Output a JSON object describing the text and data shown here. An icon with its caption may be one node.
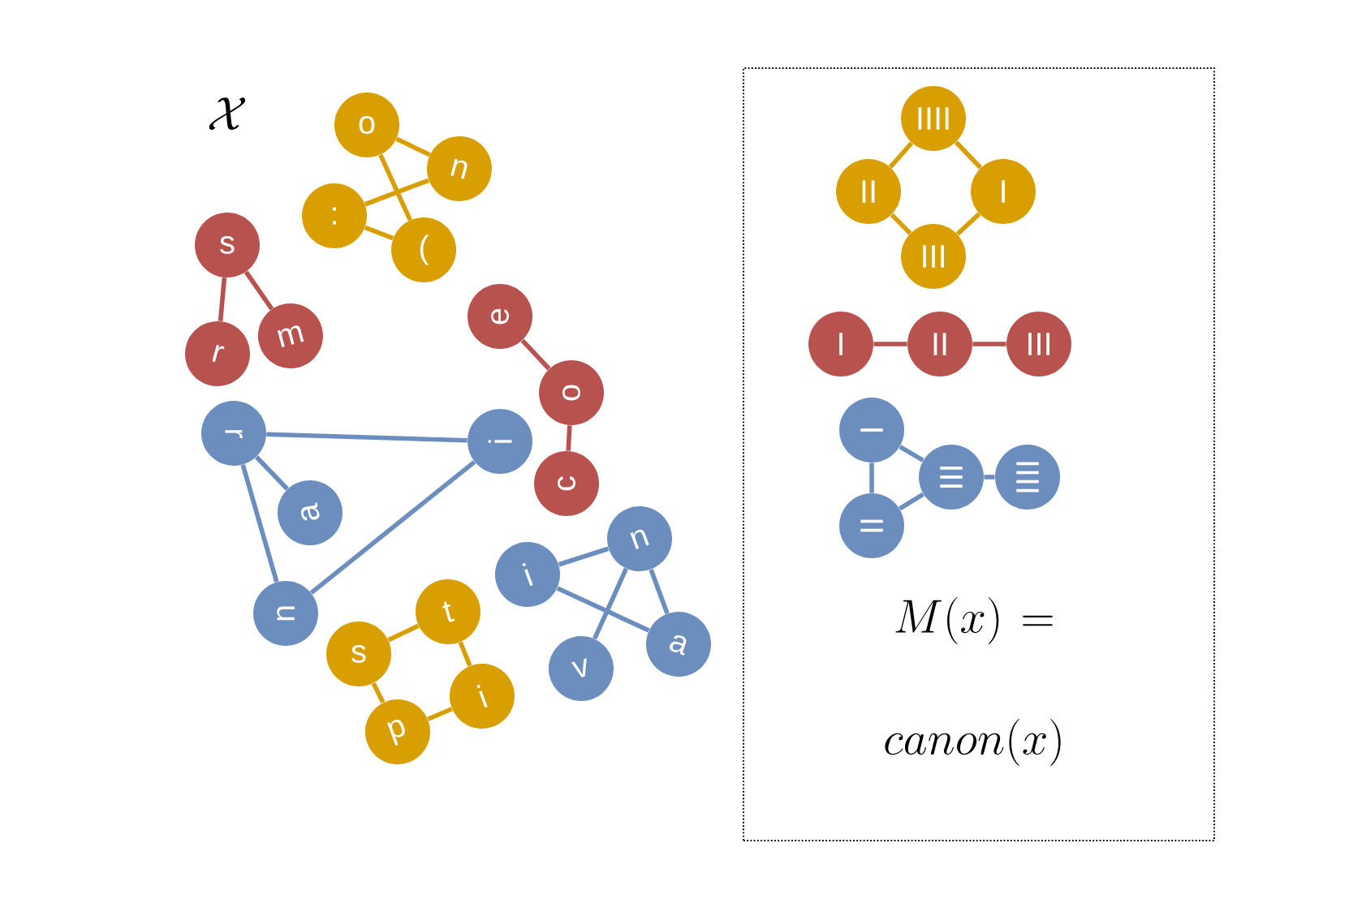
{
  "diagram": {
    "nodes": [
      {
        "text": [
          "o"
        ]
      },
      {
        "text": [
          "u"
        ]
      },
      {
        "text": [
          ":"
        ]
      },
      {
        "text": [
          "("
        ]
      },
      {
        "text": [
          "s"
        ]
      },
      {
        "text": [
          "r"
        ]
      },
      {
        "text": [
          "m"
        ]
      },
      {
        "text": [
          "e"
        ]
      },
      {
        "text": [
          "o"
        ]
      },
      {
        "text": [
          "c"
        ]
      },
      {
        "text": [
          "r"
        ]
      },
      {
        "text": [
          "a"
        ]
      },
      {
        "text": [
          "i"
        ]
      },
      {
        "text": [
          "n"
        ]
      },
      {
        "text": [
          "s"
        ]
      },
      {
        "text": [
          "t"
        ]
      },
      {
        "text": [
          "i"
        ]
      },
      {
        "text": [
          "p"
        ]
      },
      {
        "text": [
          "i"
        ]
      },
      {
        "text": [
          "n"
        ]
      },
      {
        "text": [
          "a"
        ]
      },
      {
        "text": [
          "v"
        ]
      },
      {
        "text": [
          "M(x) = canon(x)"
        ]
      },
      {
        "text": [
          "IIII"
        ],
        "in": 22
      },
      {
        "text": [
          "II"
        ],
        "in": 22
      },
      {
        "text": [
          "I"
        ],
        "in": 22
      },
      {
        "text": [
          "III"
        ],
        "in": 22
      },
      {
        "text": [
          "I"
        ],
        "in": 22
      },
      {
        "text": [
          "II"
        ],
        "in": 22
      },
      {
        "text": [
          "III"
        ],
        "in": 22
      },
      {
        "text": [
          "I"
        ],
        "in": 22
      },
      {
        "text": [
          "II"
        ],
        "in": 22
      },
      {
        "text": [
          "III"
        ],
        "in": 22
      },
      {
        "text": [
          "IIII"
        ],
        "in": 22
      }
    ],
    "edges": [
      {
        "from": 0,
        "to": 1,
        "arrow": "none",
        "color": "#d99e00"
      },
      {
        "from": 0,
        "to": 3,
        "arrow": "none",
        "color": "#d99e00"
      },
      {
        "from": 2,
        "to": 1,
        "arrow": "none",
        "color": "#d99e00"
      },
      {
        "from": 2,
        "to": 3,
        "arrow": "none",
        "color": "#d99e00"
      },
      {
        "from": 4,
        "to": 5,
        "arrow": "none",
        "color": "#b8524f"
      },
      {
        "from": 4,
        "to": 6,
        "arrow": "none",
        "color": "#b8524f"
      },
      {
        "from": 7,
        "to": 8,
        "arrow": "none",
        "color": "#b8524f"
      },
      {
        "from": 8,
        "to": 9,
        "arrow": "none",
        "color": "#b8524f"
      },
      {
        "from": 10,
        "to": 11,
        "arrow": "none",
        "color": "#6b8ebf"
      },
      {
        "from": 10,
        "to": 12,
        "arrow": "none",
        "color": "#6b8ebf"
      },
      {
        "from": 10,
        "to": 13,
        "arrow": "none",
        "color": "#6b8ebf"
      },
      {
        "from": 13,
        "to": 12,
        "arrow": "none",
        "color": "#6b8ebf"
      },
      {
        "from": 14,
        "to": 15,
        "arrow": "none",
        "color": "#d99e00"
      },
      {
        "from": 15,
        "to": 16,
        "arrow": "none",
        "color": "#d99e00"
      },
      {
        "from": 16,
        "to": 17,
        "arrow": "none",
        "color": "#d99e00"
      },
      {
        "from": 17,
        "to": 14,
        "arrow": "none",
        "color": "#d99e00"
      },
      {
        "from": 18,
        "to": 19,
        "arrow": "none",
        "color": "#6b8ebf"
      },
      {
        "from": 18,
        "to": 20,
        "arrow": "none",
        "color": "#6b8ebf"
      },
      {
        "from": 19,
        "to": 20,
        "arrow": "none",
        "color": "#6b8ebf"
      },
      {
        "from": 19,
        "to": 21,
        "arrow": "none",
        "color": "#6b8ebf"
      },
      {
        "from": 23,
        "to": 24,
        "arrow": "none",
        "color": "#d99e00"
      },
      {
        "from": 23,
        "to": 25,
        "arrow": "none",
        "color": "#d99e00"
      },
      {
        "from": 24,
        "to": 26,
        "arrow": "none",
        "color": "#d99e00"
      },
      {
        "from": 25,
        "to": 26,
        "arrow": "none",
        "color": "#d99e00"
      },
      {
        "from": 27,
        "to": 28,
        "arrow": "none",
        "color": "#b8524f"
      },
      {
        "from": 28,
        "to": 29,
        "arrow": "none",
        "color": "#b8524f"
      },
      {
        "from": 30,
        "to": 31,
        "arrow": "none",
        "color": "#6b8ebf"
      },
      {
        "from": 30,
        "to": 32,
        "arrow": "none",
        "color": "#6b8ebf"
      },
      {
        "from": 31,
        "to": 32,
        "arrow": "none",
        "color": "#6b8ebf"
      },
      {
        "from": 32,
        "to": 33,
        "arrow": "none",
        "color": "#6b8ebf"
      }
    ],
    "labels": [
      "\\mathcal{X}"
    ]
  }
}
